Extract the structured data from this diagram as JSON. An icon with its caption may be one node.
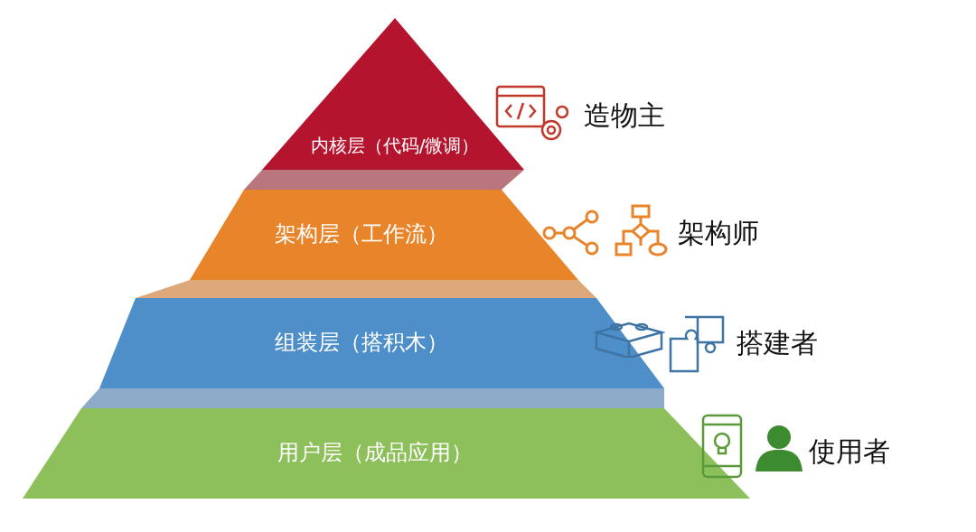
{
  "diagram": {
    "nodes": [
      {
        "text": [
          "内核层（代码/微调）"
        ]
      },
      {
        "text": [],
        "shape": "band"
      },
      {
        "text": [
          "架构层（工作流）"
        ]
      },
      {
        "text": [],
        "shape": "band"
      },
      {
        "text": [
          "组装层（搭积木）"
        ]
      },
      {
        "text": [],
        "shape": "band"
      },
      {
        "text": [
          "用户层（成品应用）"
        ]
      }
    ],
    "labels": [
      "造物主",
      "架构师",
      "搭建者",
      "使用者"
    ]
  }
}
